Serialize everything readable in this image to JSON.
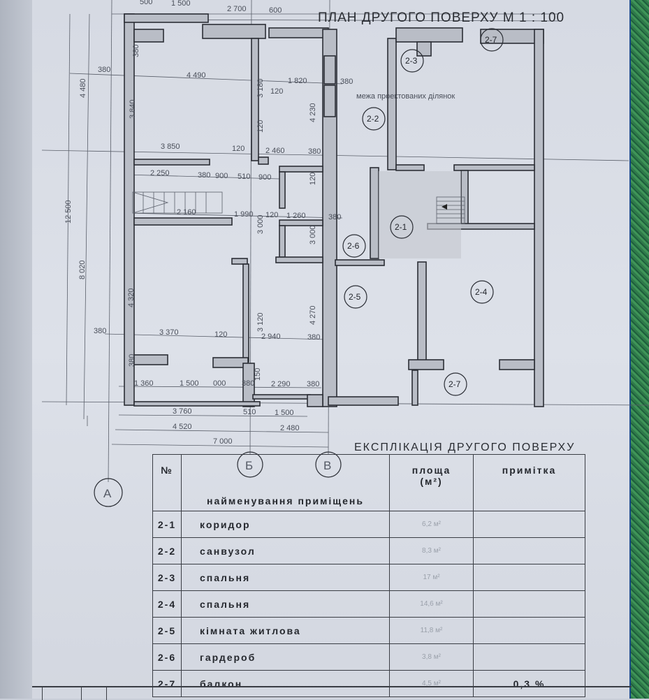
{
  "plan": {
    "title": "ПЛАН ДРУГОГО ПОВЕРХУ М 1 : 100",
    "boundary_note": "межа проектованих ділянок",
    "axes": [
      "А",
      "Б",
      "В"
    ],
    "rooms": [
      "2-7",
      "2-3",
      "2-2",
      "2-1",
      "2-6",
      "2-5",
      "2-4",
      "2-7"
    ],
    "dimensions": [
      "500",
      "1 500",
      "2 700",
      "600",
      "380",
      "4 490",
      "1 820",
      "380",
      "120",
      "3 840",
      "3 180",
      "4 230",
      "4 480",
      "380",
      "3 850",
      "120",
      "2 460",
      "380",
      "2 250",
      "380",
      "900",
      "510",
      "900",
      "2 160",
      "1 990",
      "120",
      "1 260",
      "380",
      "12 500",
      "8 020",
      "4 320",
      "3 000",
      "3 000",
      "3 120",
      "4 270",
      "380",
      "3 370",
      "120",
      "2 940",
      "380",
      "1 360",
      "1 500",
      "000",
      "380",
      "2 290",
      "380",
      "3 760",
      "510",
      "1 500",
      "4 520",
      "2 480",
      "7 000",
      "120",
      "120",
      "150",
      "380"
    ]
  },
  "explication": {
    "title": "ЕКСПЛІКАЦІЯ ДРУГОГО ПОВЕРХУ",
    "headers": {
      "number": "№",
      "name": "найменування приміщень",
      "area": "площа",
      "area_unit": "(м²)",
      "note": "примітка"
    },
    "rows": [
      {
        "number": "2-1",
        "name": "коридор",
        "area": "6,2 м²",
        "note": ""
      },
      {
        "number": "2-2",
        "name": "санвузол",
        "area": "8,3 м²",
        "note": ""
      },
      {
        "number": "2-3",
        "name": "спальня",
        "area": "17 м²",
        "note": ""
      },
      {
        "number": "2-4",
        "name": "спальня",
        "area": "14,6 м²",
        "note": ""
      },
      {
        "number": "2-5",
        "name": "кімната житлова",
        "area": "11,8 м²",
        "note": ""
      },
      {
        "number": "2-6",
        "name": "гардероб",
        "area": "3,8 м²",
        "note": ""
      },
      {
        "number": "2-7",
        "name": "балкон",
        "area": "4,5 м²",
        "note": "0,3 %"
      }
    ]
  }
}
